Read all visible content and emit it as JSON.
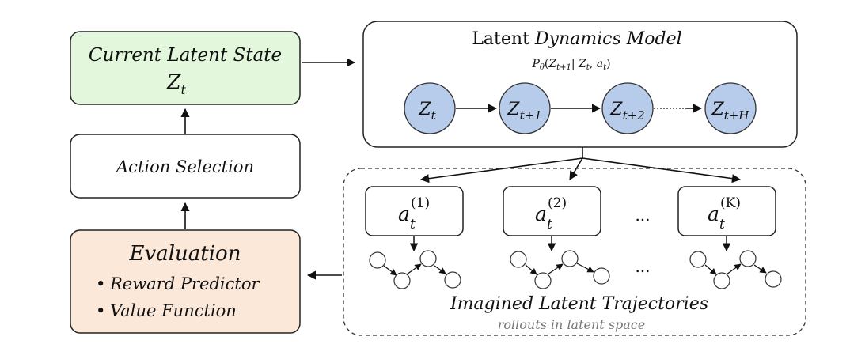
{
  "left": {
    "state_box": {
      "line1": "Current Latent State",
      "sym": "Z",
      "sub": "t",
      "fill": "#e2f7dc"
    },
    "action_box": {
      "label": "Action Selection"
    },
    "eval_box": {
      "title": "Evaluation",
      "bullet": "•",
      "items": [
        "Reward Predictor",
        "Value Function"
      ],
      "fill": "#fce8d9"
    }
  },
  "model": {
    "title_plain": "Latent",
    "title_italic": "Dynamics Model",
    "eq": {
      "p": "P",
      "p_sub": "θ",
      "open": "(",
      "z1": "Z",
      "z1_sub": "t+1",
      "bar": "|",
      "z2": "Z",
      "z2_sub": "t",
      "comma": ",",
      "a": "a",
      "a_sub": "t",
      "close": ")"
    },
    "nodes": [
      {
        "sym": "Z",
        "sub": "t"
      },
      {
        "sym": "Z",
        "sub": "t+1"
      },
      {
        "sym": "Z",
        "sub": "t+2"
      },
      {
        "sym": "Z",
        "sub": "t+H"
      }
    ],
    "node_fill": "#b7cbea"
  },
  "rollouts": {
    "actions": [
      {
        "sym": "a",
        "sub": "t",
        "sup": "(1)"
      },
      {
        "sym": "a",
        "sub": "t",
        "sup": "(2)"
      },
      {
        "sym": "a",
        "sub": "t",
        "sup": "(K)"
      }
    ],
    "ellipsis": "...",
    "ellipsis_lower": "...",
    "title": "Imagined Latent Trajectories",
    "caption": "rollouts in latent space"
  }
}
